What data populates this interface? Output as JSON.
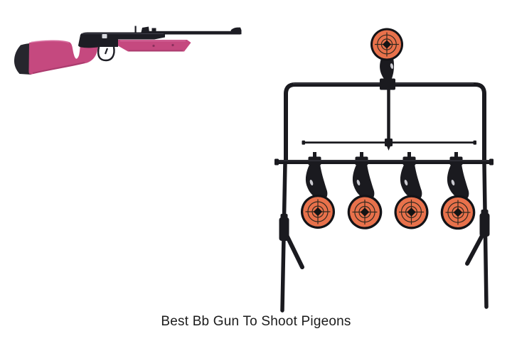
{
  "page": {
    "background": "#ffffff"
  },
  "caption": {
    "text": "Best Bb Gun To Shoot Pigeons"
  },
  "products": [
    {
      "id": "pink-bb-gun",
      "label": "Pink pump-action BB gun rifle"
    },
    {
      "id": "spinning-target-stand",
      "label": "Black metal spinning target stand with orange bullseye spinners",
      "target_count": 5
    }
  ],
  "colors": {
    "gun_pink": "#c5497f",
    "gun_pink_highlight": "#df7cab",
    "gun_pink_shadow": "#8f2f5d",
    "gun_black": "#1d1d24",
    "butt_pad": "#26262d",
    "stand_black": "#1a1a1f",
    "target_orange": "#e8714b",
    "target_ring": "#33291f",
    "target_center": "#141414",
    "caption_text": "#1b1b1b"
  }
}
